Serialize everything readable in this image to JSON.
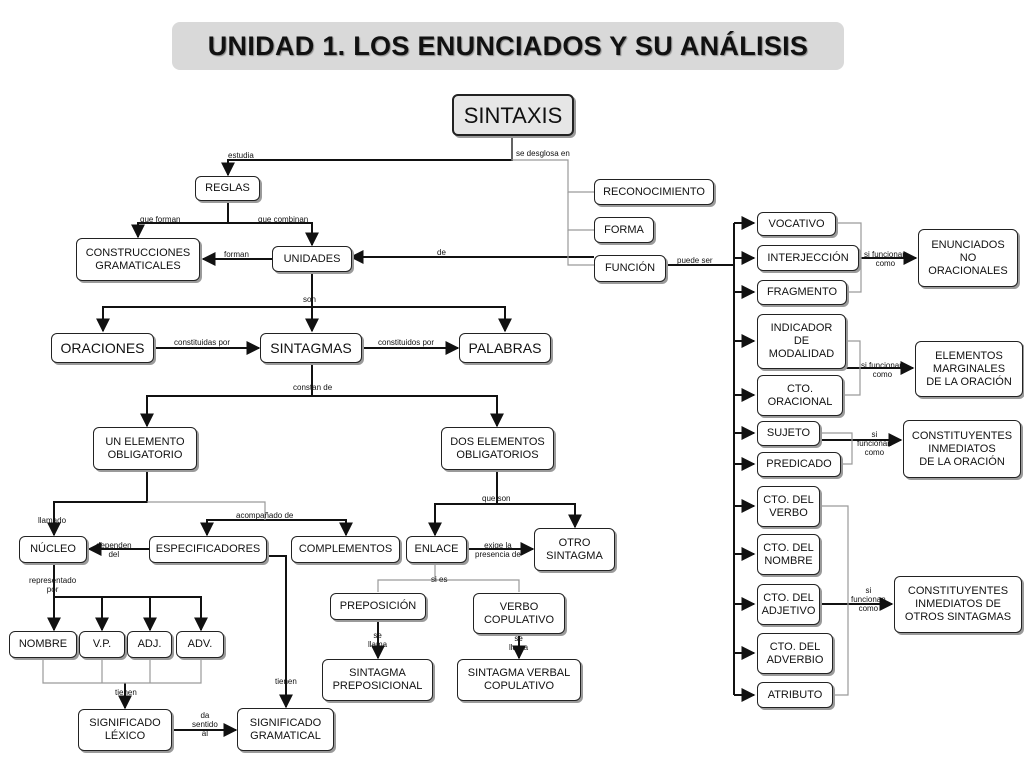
{
  "title": "UNIDAD 1. LOS ENUNCIADOS Y SU ANÁLISIS",
  "nodes": {
    "sintaxis": "SINTAXIS",
    "reglas": "REGLAS",
    "reconocimiento": "RECONOCIMIENTO",
    "forma": "FORMA",
    "funcion": "FUNCIÓN",
    "construcciones": "CONSTRUCCIONES\nGRAMATICALES",
    "unidades": "UNIDADES",
    "oraciones": "ORACIONES",
    "sintagmas": "SINTAGMAS",
    "palabras": "PALABRAS",
    "un_elemento": "UN ELEMENTO\nOBLIGATORIO",
    "dos_elementos": "DOS ELEMENTOS\nOBLIGATORIOS",
    "nucleo": "NÚCLEO",
    "especificadores": "ESPECIFICADORES",
    "complementos": "COMPLEMENTOS",
    "enlace": "ENLACE",
    "otro_sintagma": "OTRO\nSINTAGMA",
    "preposicion": "PREPOSICIÓN",
    "verbo_copulativo": "VERBO\nCOPULATIVO",
    "sintagma_prep": "SINTAGMA\nPREPOSICIONAL",
    "sintagma_verbal": "SINTAGMA VERBAL\nCOPULATIVO",
    "nombre": "NOMBRE",
    "vp": "V.P.",
    "adj": "ADJ.",
    "adv": "ADV.",
    "sig_lexico": "SIGNIFICADO\nLÉXICO",
    "sig_gramatical": "SIGNIFICADO\nGRAMATICAL",
    "vocativo": "VOCATIVO",
    "interjeccion": "INTERJECCIÓN",
    "fragmento": "FRAGMENTO",
    "indicador": "INDICADOR\nDE\nMODALIDAD",
    "cto_oracional": "CTO.\nORACIONAL",
    "sujeto": "SUJETO",
    "predicado": "PREDICADO",
    "cto_verbo": "CTO. DEL\nVERBO",
    "cto_nombre": "CTO. DEL\nNOMBRE",
    "cto_adjetivo": "CTO. DEL\nADJETIVO",
    "cto_adverbio": "CTO. DEL\nADVERBIO",
    "atributo": "ATRIBUTO",
    "enunciados_no": "ENUNCIADOS\nNO\nORACIONALES",
    "elementos_marginales": "ELEMENTOS\nMARGINALES\nDE LA ORACIÓN",
    "constituyentes_oracion": "CONSTITUYENTES\nINMEDIATOS\nDE LA ORACIÓN",
    "constituyentes_sintagmas": "CONSTITUYENTES\nINMEDIATOS DE\nOTROS SINTAGMAS"
  },
  "labels": {
    "estudia": "estudia",
    "se_desglosa_en": "se desglosa en",
    "que_forman": "que forman",
    "que_combinan": "que combinan",
    "forman": "forman",
    "de": "de",
    "puede_ser": "puede ser",
    "son": "son",
    "constituidas_por": "constituidas por",
    "constituidos_por": "constituidos por",
    "constan_de": "constan de",
    "llamado": "llamado",
    "acompanado_de": "acompañado de",
    "que_son": "que son",
    "dependen_del": "dependen\ndel",
    "exige_la_presencia": "exige la\npresencia de",
    "si_es": "si es",
    "se_llama_1": "se\nllama",
    "se_llama_2": "se\nllama",
    "representado_por": "representado\npor",
    "tienen_1": "tienen",
    "tienen_2": "tienen",
    "da_sentido_al": "da\nsentido\nal",
    "si_funcionan_1": "si funcionan\ncomo",
    "si_funcionan_2": "si funcionan\ncomo",
    "si_funcionan_3": "si\nfuncionan\ncomo",
    "si_funcionan_4": "si\nfuncionan\ncomo"
  }
}
